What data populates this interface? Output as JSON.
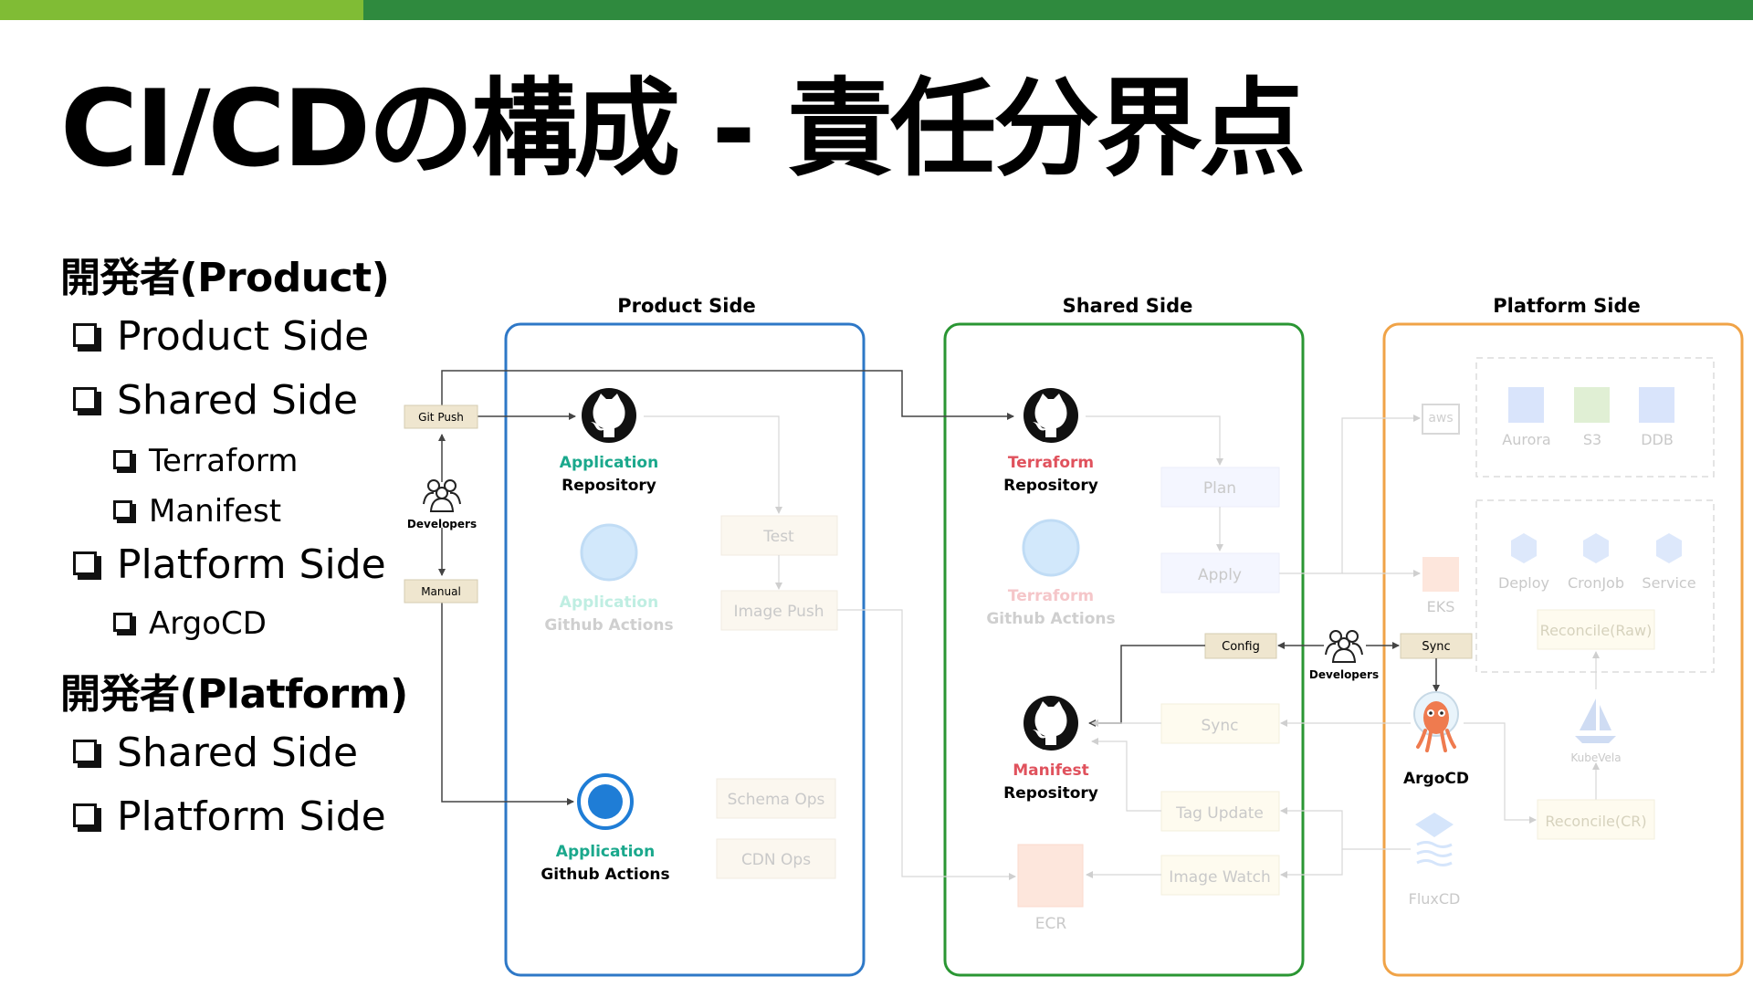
{
  "title": "CI/CDの構成 - 責任分界点",
  "colors": {
    "bar_left": "#80bc35",
    "bar_right": "#2f8a3e",
    "product": "#2e78c7",
    "shared": "#2a9633",
    "platform": "#f0a347"
  },
  "left_panel": {
    "product_dev": {
      "heading": "開発者(Product)",
      "items": [
        "Product Side",
        "Shared Side",
        "Terraform",
        "Manifest",
        "Platform Side",
        "ArgoCD"
      ]
    },
    "platform_dev": {
      "heading": "開発者(Platform)",
      "items": [
        "Shared Side",
        "Platform Side"
      ]
    }
  },
  "diagram": {
    "columns": {
      "product": "Product Side",
      "shared": "Shared Side",
      "platform": "Platform Side"
    },
    "left_flow": {
      "git_push": "Git Push",
      "developers": "Developers",
      "manual": "Manual"
    },
    "product": {
      "app_repo_label": "Application",
      "app_repo_sub": "Repository",
      "faded_actions_label": "Application",
      "faded_actions_sub": "Github Actions",
      "test": "Test",
      "image_push": "Image Push",
      "app_actions_label": "Application",
      "app_actions_sub": "Github Actions",
      "schema_ops": "Schema Ops",
      "cdn_ops": "CDN Ops"
    },
    "shared": {
      "tf_repo_label": "Terraform",
      "tf_repo_sub": "Repository",
      "tf_actions_label": "Terraform",
      "tf_actions_sub": "Github Actions",
      "plan": "Plan",
      "apply": "Apply",
      "config": "Config",
      "manifest_label": "Manifest",
      "manifest_sub": "Repository",
      "sync": "Sync",
      "tag_update": "Tag Update",
      "image_watch": "Image Watch",
      "ecr": "ECR"
    },
    "middle": {
      "developers": "Developers",
      "sync": "Sync"
    },
    "platform": {
      "aws": "aws",
      "aurora": "Aurora",
      "s3": "S3",
      "ddb": "DDB",
      "eks": "EKS",
      "deploy": "Deploy",
      "cronjob": "CronJob",
      "service": "Service",
      "reconcile_raw": "Reconcile(Raw)",
      "kubevela": "KubeVela",
      "argocd": "ArgoCD",
      "reconcile_cr": "Reconcile(CR)",
      "fluxcd": "FluxCD"
    }
  }
}
